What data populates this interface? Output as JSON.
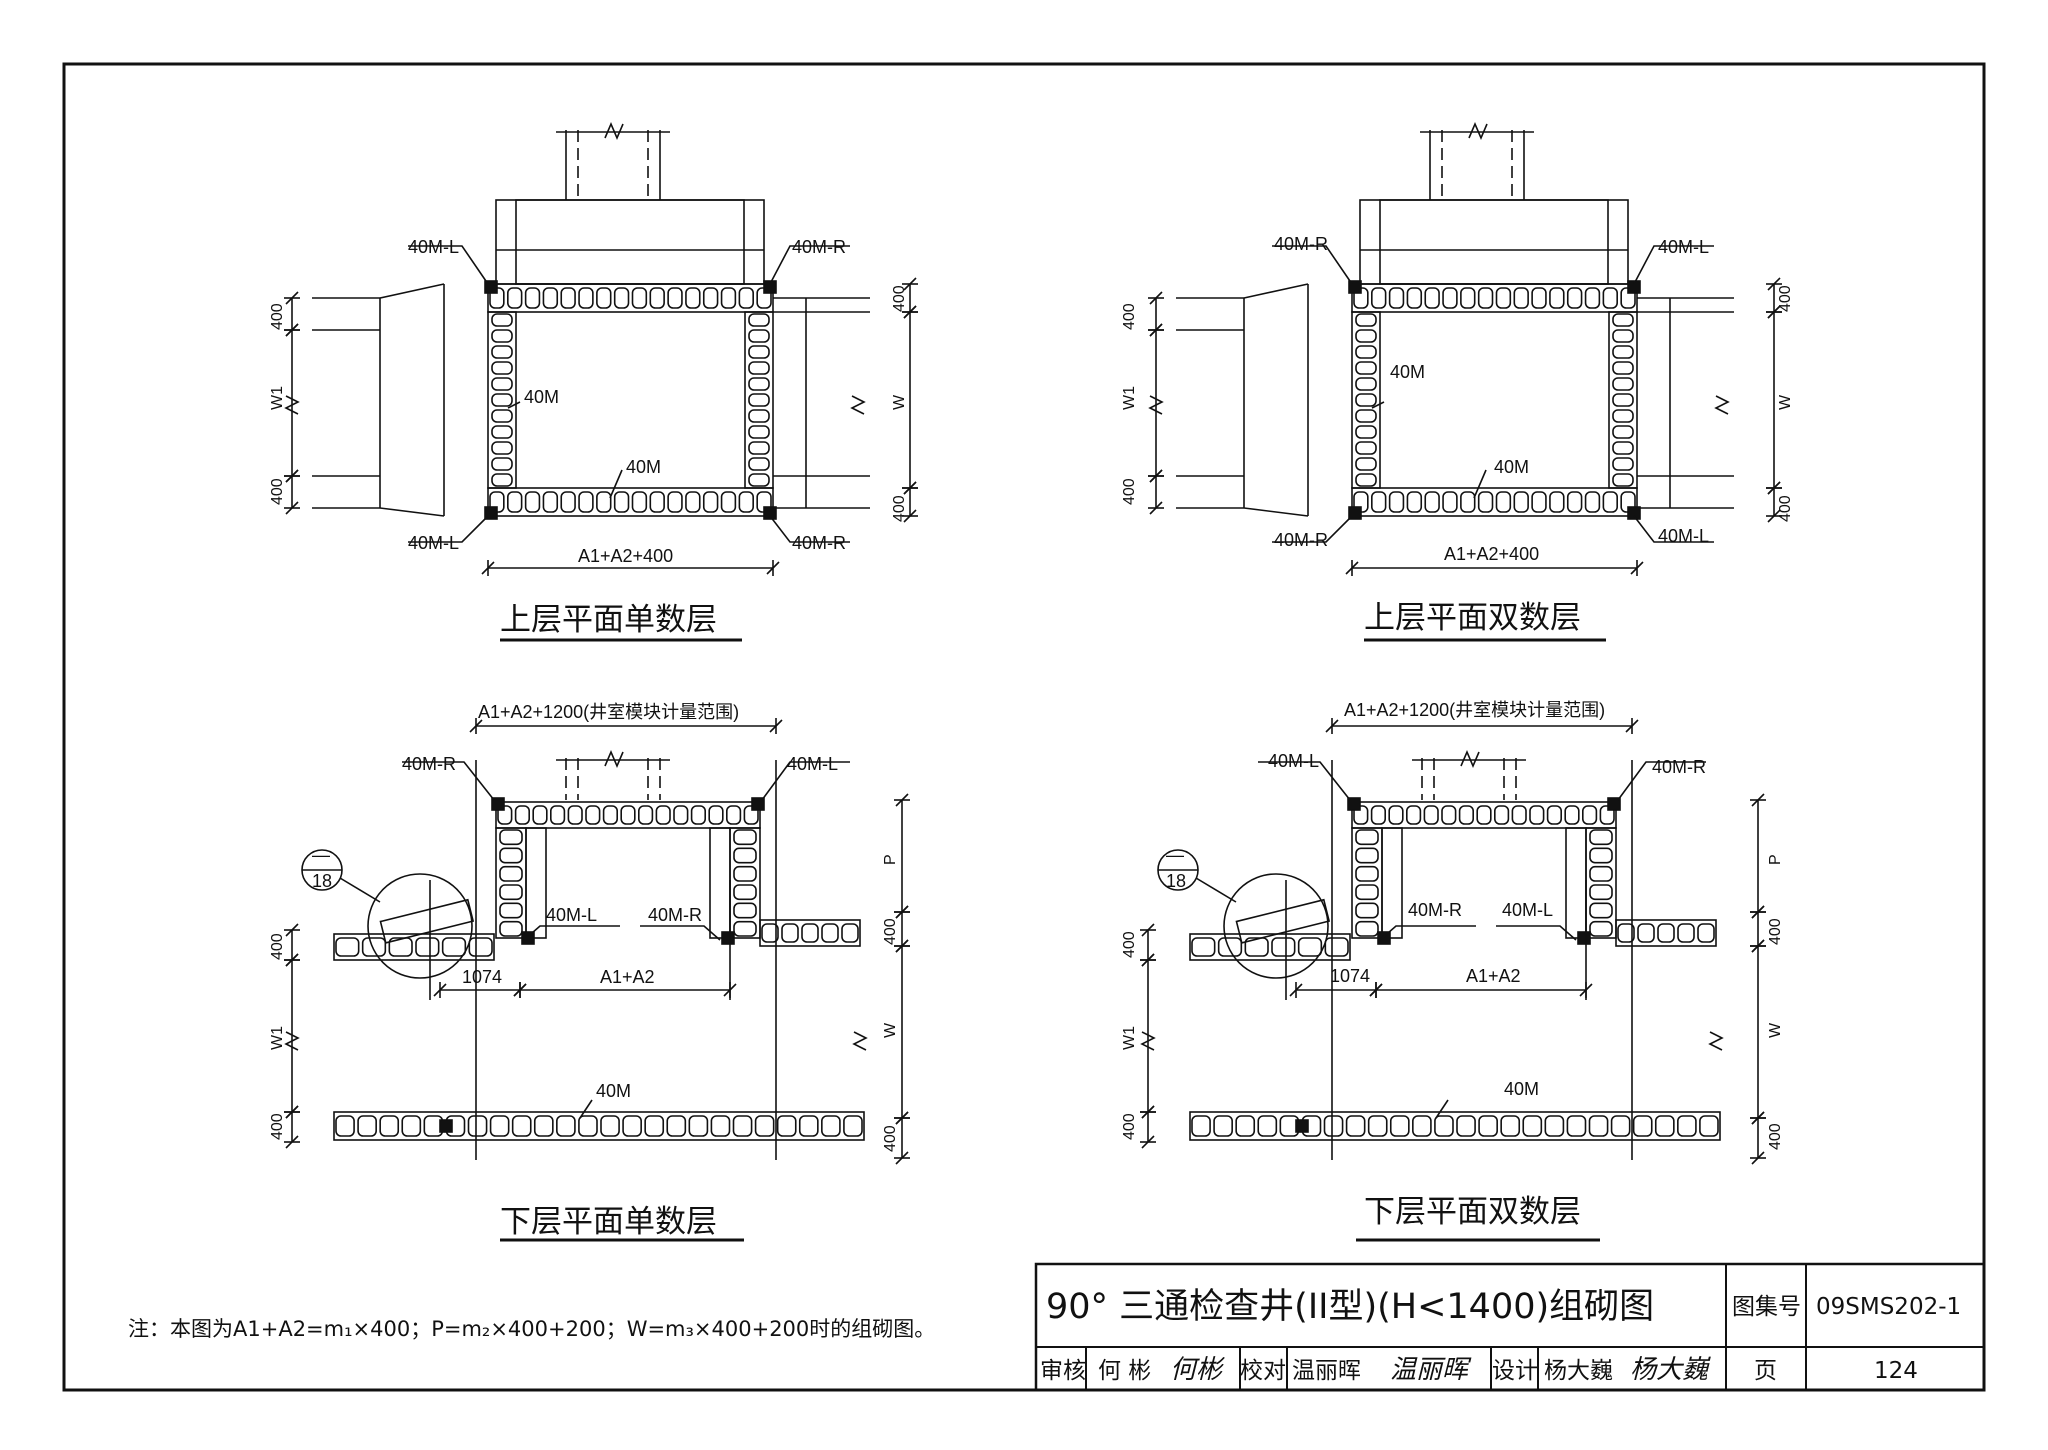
{
  "plans": {
    "upper_single": {
      "caption": "上层平面单数层",
      "corner_tl": "40M-L",
      "corner_tr": "40M-R",
      "corner_bl": "40M-L",
      "corner_br": "40M-R",
      "wall_left": "40M",
      "wall_bottom": "40M",
      "dim_bottom": "A1+A2+400",
      "dim_left_top": "400",
      "dim_left_mid": "W1",
      "dim_left_bot": "400",
      "dim_right_top": "400",
      "dim_right_mid": "W",
      "dim_right_bot": "400"
    },
    "upper_double": {
      "caption": "上层平面双数层",
      "corner_tl": "40M-R",
      "corner_tr": "40M-L",
      "corner_bl": "40M-R",
      "corner_br": "40M-L",
      "wall_left": "40M",
      "wall_bottom": "40M",
      "dim_bottom": "A1+A2+400",
      "dim_left_top": "400",
      "dim_left_mid": "W1",
      "dim_left_bot": "400",
      "dim_right_top": "400",
      "dim_right_mid": "W",
      "dim_right_bot": "400"
    },
    "lower_single": {
      "caption": "下层平面单数层",
      "dim_top": "A1+A2+1200(井室模块计量范围)",
      "corner_tl": "40M-R",
      "corner_tr": "40M-L",
      "inner_l": "40M-L",
      "inner_r": "40M-R",
      "wall_bottom": "40M",
      "detail_top": "—",
      "detail_bottom": "18",
      "dim_1074": "1074",
      "dim_a1a2": "A1+A2",
      "dim_left_top": "400",
      "dim_left_mid": "W1",
      "dim_left_bot": "400",
      "dim_right_p": "P",
      "dim_right_top": "400",
      "dim_right_mid": "W",
      "dim_right_bot": "400"
    },
    "lower_double": {
      "caption": "下层平面双数层",
      "dim_top": "A1+A2+1200(井室模块计量范围)",
      "corner_tl": "40M-L",
      "corner_tr": "40M-R",
      "inner_l": "40M-R",
      "inner_r": "40M-L",
      "wall_bottom": "40M",
      "detail_top": "—",
      "detail_bottom": "18",
      "dim_1074": "1074",
      "dim_a1a2": "A1+A2",
      "dim_left_top": "400",
      "dim_left_mid": "W1",
      "dim_left_bot": "400",
      "dim_right_p": "P",
      "dim_right_top": "400",
      "dim_right_mid": "W",
      "dim_right_bot": "400"
    }
  },
  "note": "注：本图为A1+A2=m₁×400；P=m₂×400+200；W=m₃×400+200时的组砌图。",
  "title_block": {
    "title": "90° 三通检查井(II型)(H<1400)组砌图",
    "atlas_label": "图集号",
    "atlas_no": "09SMS202-1",
    "review_label": "审核",
    "reviewer": "何 彬",
    "check_label": "校对",
    "checker": "温丽晖",
    "design_label": "设计",
    "designer": "杨大巍",
    "page_label": "页",
    "page_no": "124"
  }
}
